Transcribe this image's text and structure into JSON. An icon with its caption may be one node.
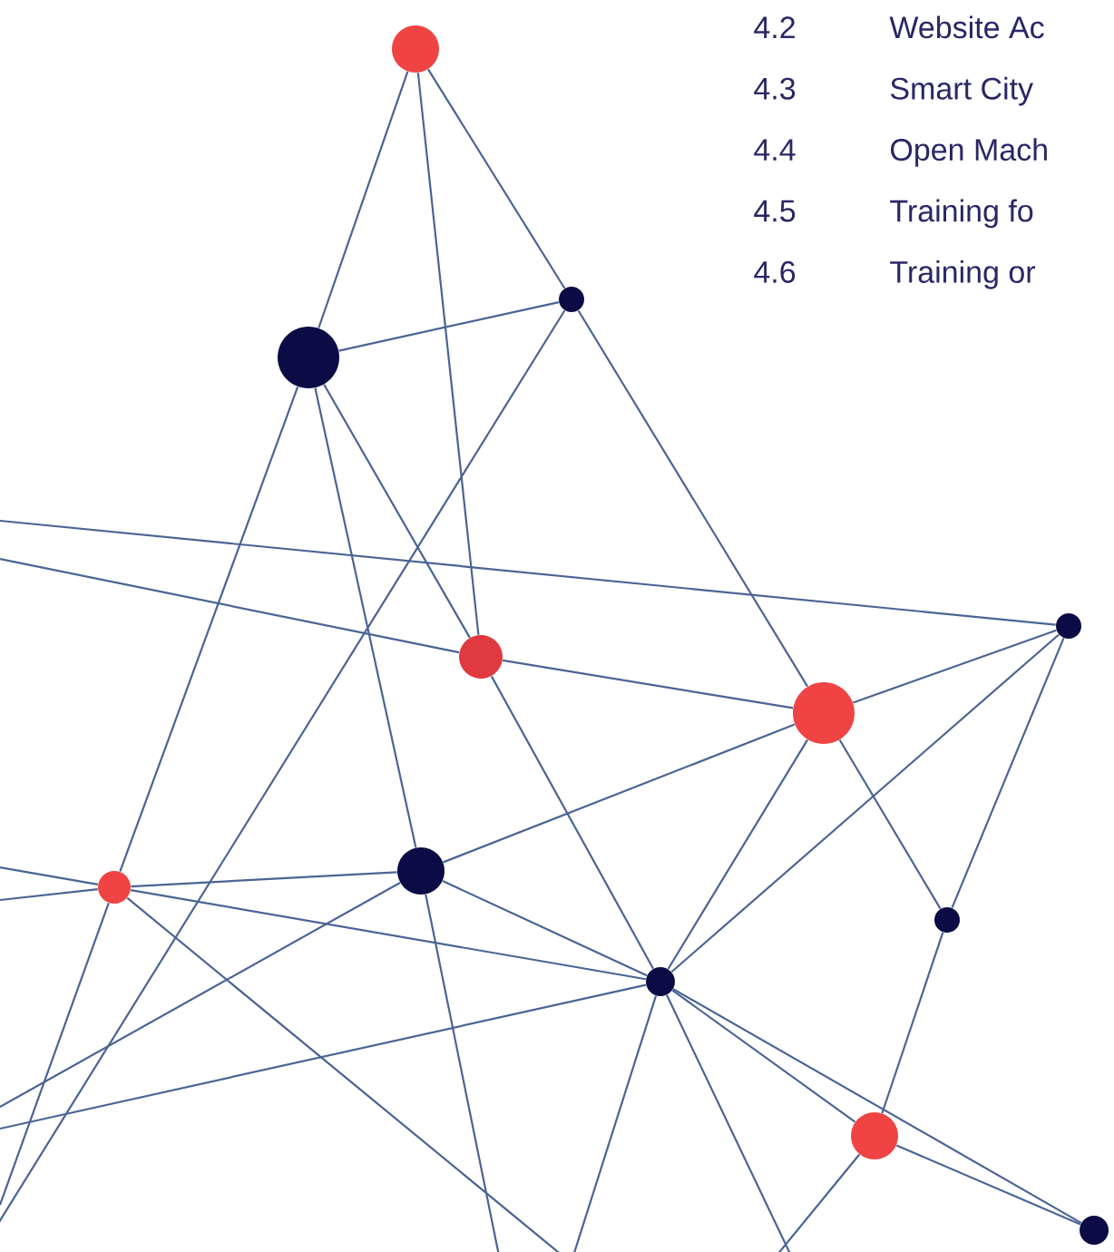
{
  "diagram": {
    "nodes": [
      {
        "text": [],
        "shape": "circle"
      },
      {
        "text": [],
        "shape": "circle"
      },
      {
        "text": [],
        "shape": "circle"
      },
      {
        "text": [],
        "shape": "circle"
      },
      {
        "text": [],
        "shape": "circle"
      },
      {
        "text": [],
        "shape": "circle"
      },
      {
        "text": [],
        "shape": "circle"
      },
      {
        "text": [],
        "shape": "circle"
      },
      {
        "text": [],
        "shape": "circle"
      },
      {
        "text": [],
        "shape": "circle"
      },
      {
        "text": [],
        "shape": "circle"
      },
      {
        "text": [],
        "shape": "circle"
      }
    ],
    "edges": [
      {
        "from": 0,
        "to": 1,
        "arrow": "none"
      },
      {
        "from": 0,
        "to": 3,
        "arrow": "none"
      },
      {
        "from": 0,
        "to": 2,
        "arrow": "none"
      },
      {
        "from": 1,
        "to": 2,
        "arrow": "none"
      },
      {
        "from": 1,
        "to": 3,
        "arrow": "none"
      },
      {
        "from": 1,
        "to": 7,
        "arrow": "none"
      },
      {
        "from": 1,
        "to": 6,
        "arrow": "none"
      },
      {
        "from": 2,
        "to": 4,
        "arrow": "none"
      },
      {
        "from": 2,
        "to": null,
        "arrow": "none"
      },
      {
        "from": null,
        "to": 5,
        "arrow": "none"
      },
      {
        "from": null,
        "to": 3,
        "arrow": "none"
      },
      {
        "from": 3,
        "to": 4,
        "arrow": "none"
      },
      {
        "from": 3,
        "to": 9,
        "arrow": "none"
      },
      {
        "from": 4,
        "to": 5,
        "arrow": "none"
      },
      {
        "from": 4,
        "to": 7,
        "arrow": "none"
      },
      {
        "from": 4,
        "to": 9,
        "arrow": "none"
      },
      {
        "from": 4,
        "to": 8,
        "arrow": "none"
      },
      {
        "from": 5,
        "to": 9,
        "arrow": "none"
      },
      {
        "from": 5,
        "to": 8,
        "arrow": "none"
      },
      {
        "from": 8,
        "to": 10,
        "arrow": "none"
      },
      {
        "from": null,
        "to": 6,
        "arrow": "none"
      },
      {
        "from": null,
        "to": 6,
        "arrow": "none"
      },
      {
        "from": 6,
        "to": 7,
        "arrow": "none"
      },
      {
        "from": 6,
        "to": 9,
        "arrow": "none"
      },
      {
        "from": 6,
        "to": null,
        "arrow": "none"
      },
      {
        "from": 6,
        "to": null,
        "arrow": "none"
      },
      {
        "from": 7,
        "to": 9,
        "arrow": "none"
      },
      {
        "from": 7,
        "to": null,
        "arrow": "none"
      },
      {
        "from": 7,
        "to": null,
        "arrow": "none"
      },
      {
        "from": 9,
        "to": null,
        "arrow": "none"
      },
      {
        "from": 9,
        "to": null,
        "arrow": "none"
      },
      {
        "from": 9,
        "to": null,
        "arrow": "none"
      },
      {
        "from": 9,
        "to": 10,
        "arrow": "none"
      },
      {
        "from": 9,
        "to": 11,
        "arrow": "none"
      },
      {
        "from": 10,
        "to": 11,
        "arrow": "none"
      },
      {
        "from": 10,
        "to": null,
        "arrow": "none"
      }
    ],
    "labels": [
      "4.2",
      "Website Ac",
      "4.3",
      "Smart City",
      "4.4",
      "Open Mach",
      "4.5",
      "Training fo",
      "4.6",
      "Training or"
    ]
  }
}
